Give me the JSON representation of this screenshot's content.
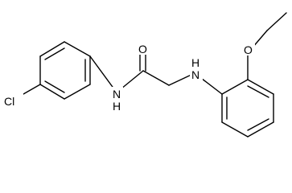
{
  "structure": {
    "atom_labels": {
      "chlorine": "Cl",
      "amide_nitrogen": "N",
      "amide_hydrogen": "H",
      "carbonyl_oxygen": "O",
      "amine_nitrogen": "N",
      "amine_hydrogen": "H",
      "ether_oxygen": "O"
    }
  }
}
